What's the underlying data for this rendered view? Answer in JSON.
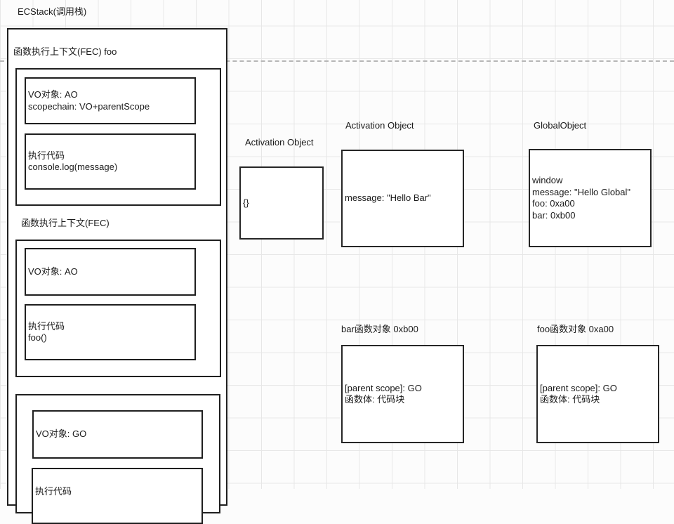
{
  "canvas": {
    "grid_color": "#e7e7e7",
    "dashed_line_color": "#b6b6b6",
    "shape_border_color": "#1f1f1f",
    "shape_fill_color": "#ffffff"
  },
  "ecstack": {
    "title": "ECStack(调用栈)",
    "fec_foo": {
      "label": "函数执行上下文(FEC) foo",
      "vo_box": {
        "line1": "VO对象: AO",
        "line2": "scopechain: VO+parentScope"
      },
      "code_box": {
        "line1": "执行代码",
        "line2": "console.log(message)"
      }
    },
    "fec_main": {
      "label": "函数执行上下文(FEC)",
      "vo_box": {
        "line1": "VO对象: AO"
      },
      "code_box": {
        "line1": "执行代码",
        "line2": "foo()"
      }
    },
    "gec": {
      "vo_box": {
        "line1": "VO对象: GO"
      },
      "code_box": {
        "line1": "执行代码"
      }
    }
  },
  "objects": {
    "ao_foo": {
      "label": "Activation Object",
      "body": "{}"
    },
    "ao_bar": {
      "label": "Activation Object",
      "body": "message: \"Hello Bar\""
    },
    "global": {
      "label": "GlobalObject",
      "line1": "window",
      "line2": "message: \"Hello Global\"",
      "line3": "foo: 0xa00",
      "line4": "bar: 0xb00"
    },
    "bar_fn": {
      "label": "bar函数对象 0xb00",
      "line1": "[parent scope]: GO",
      "line2": "函数体: 代码块"
    },
    "foo_fn": {
      "label": "foo函数对象 0xa00",
      "line1": "[parent scope]: GO",
      "line2": "函数体: 代码块"
    }
  }
}
